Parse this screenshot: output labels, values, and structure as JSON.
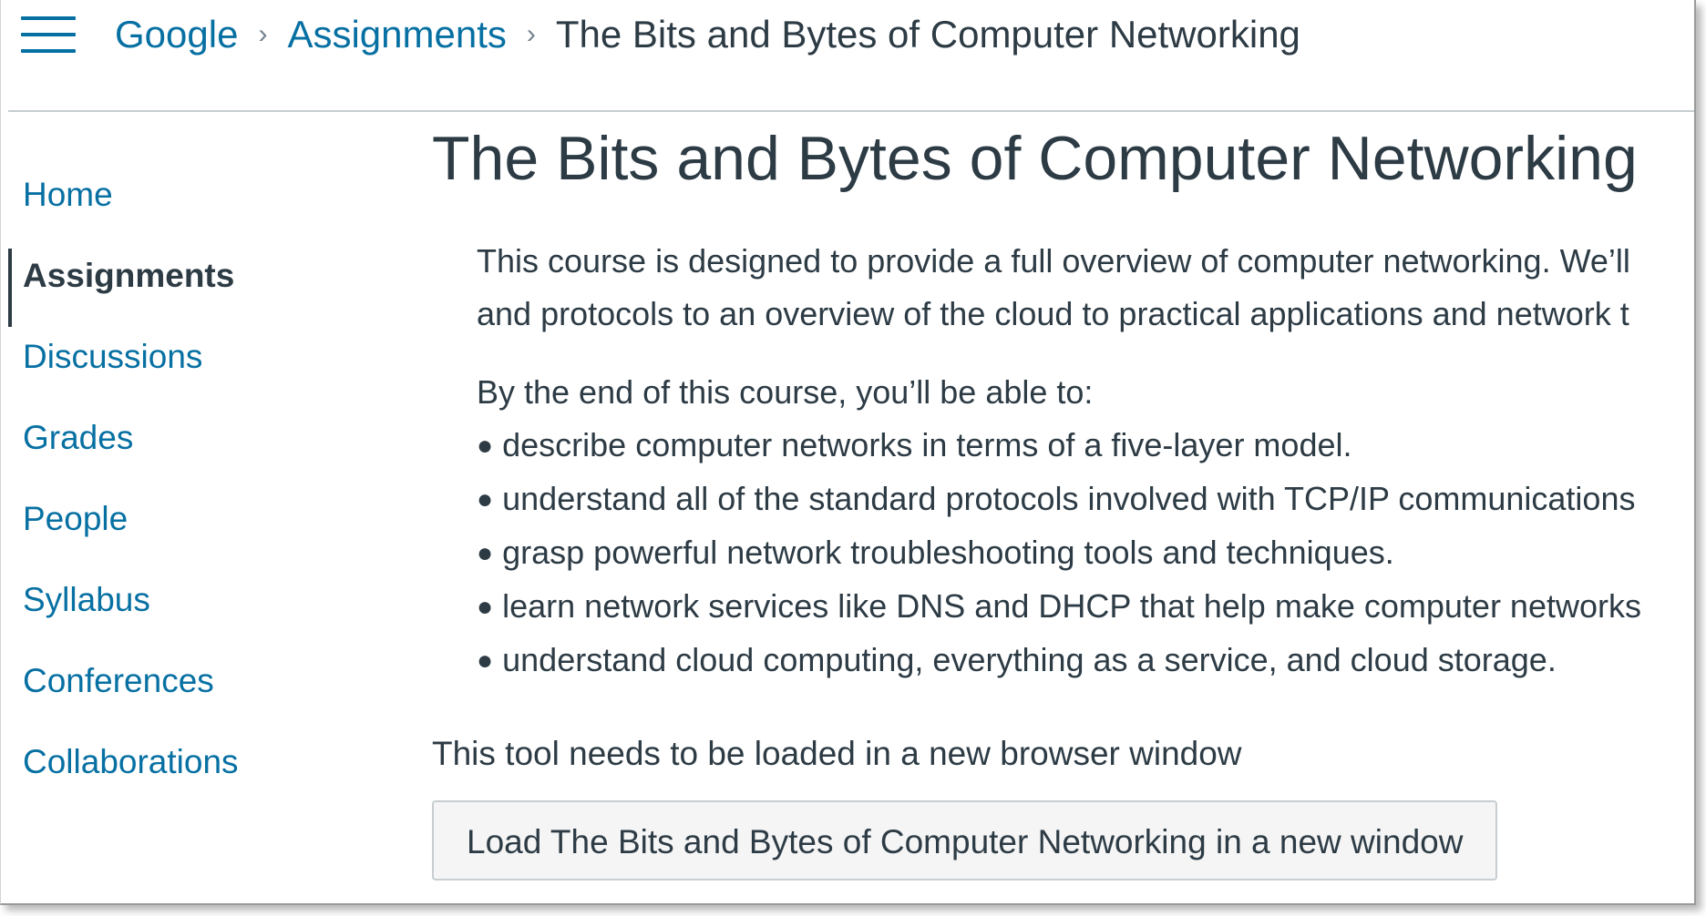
{
  "breadcrumb": {
    "items": [
      "Google",
      "Assignments"
    ],
    "current": "The Bits and Bytes of Computer Networking",
    "separator": "›"
  },
  "nav": {
    "items": [
      {
        "label": "Home"
      },
      {
        "label": "Assignments",
        "active": true
      },
      {
        "label": "Discussions"
      },
      {
        "label": "Grades"
      },
      {
        "label": "People"
      },
      {
        "label": "Syllabus"
      },
      {
        "label": "Conferences"
      },
      {
        "label": "Collaborations"
      }
    ]
  },
  "main": {
    "title": "The Bits and Bytes of Computer Networking",
    "description": {
      "lines": [
        "This course is designed to provide a full overview of computer networking. We’ll",
        "and protocols to an overview of the cloud to practical applications and network t"
      ]
    },
    "outcomes": {
      "intro": "By the end of this course, you’ll be able to:",
      "items": [
        "describe computer networks in terms of a five-layer model.",
        "understand all of the standard protocols involved with TCP/IP communications",
        "grasp powerful network troubleshooting tools and techniques.",
        "learn network services like DNS and DHCP that help make computer networks",
        "understand cloud computing, everything as a service, and cloud storage."
      ]
    },
    "tool_note": "This tool needs to be loaded in a new browser window",
    "load_button": "Load The Bits and Bytes of Computer Networking in a new window"
  },
  "colors": {
    "link": "#0770a3",
    "text": "#2d3b45",
    "button_bg": "#f5f5f5",
    "border": "#c7cdd1"
  },
  "icons": {
    "menu": "hamburger-menu-icon",
    "breadcrumb_separator": "chevron-right-icon"
  }
}
